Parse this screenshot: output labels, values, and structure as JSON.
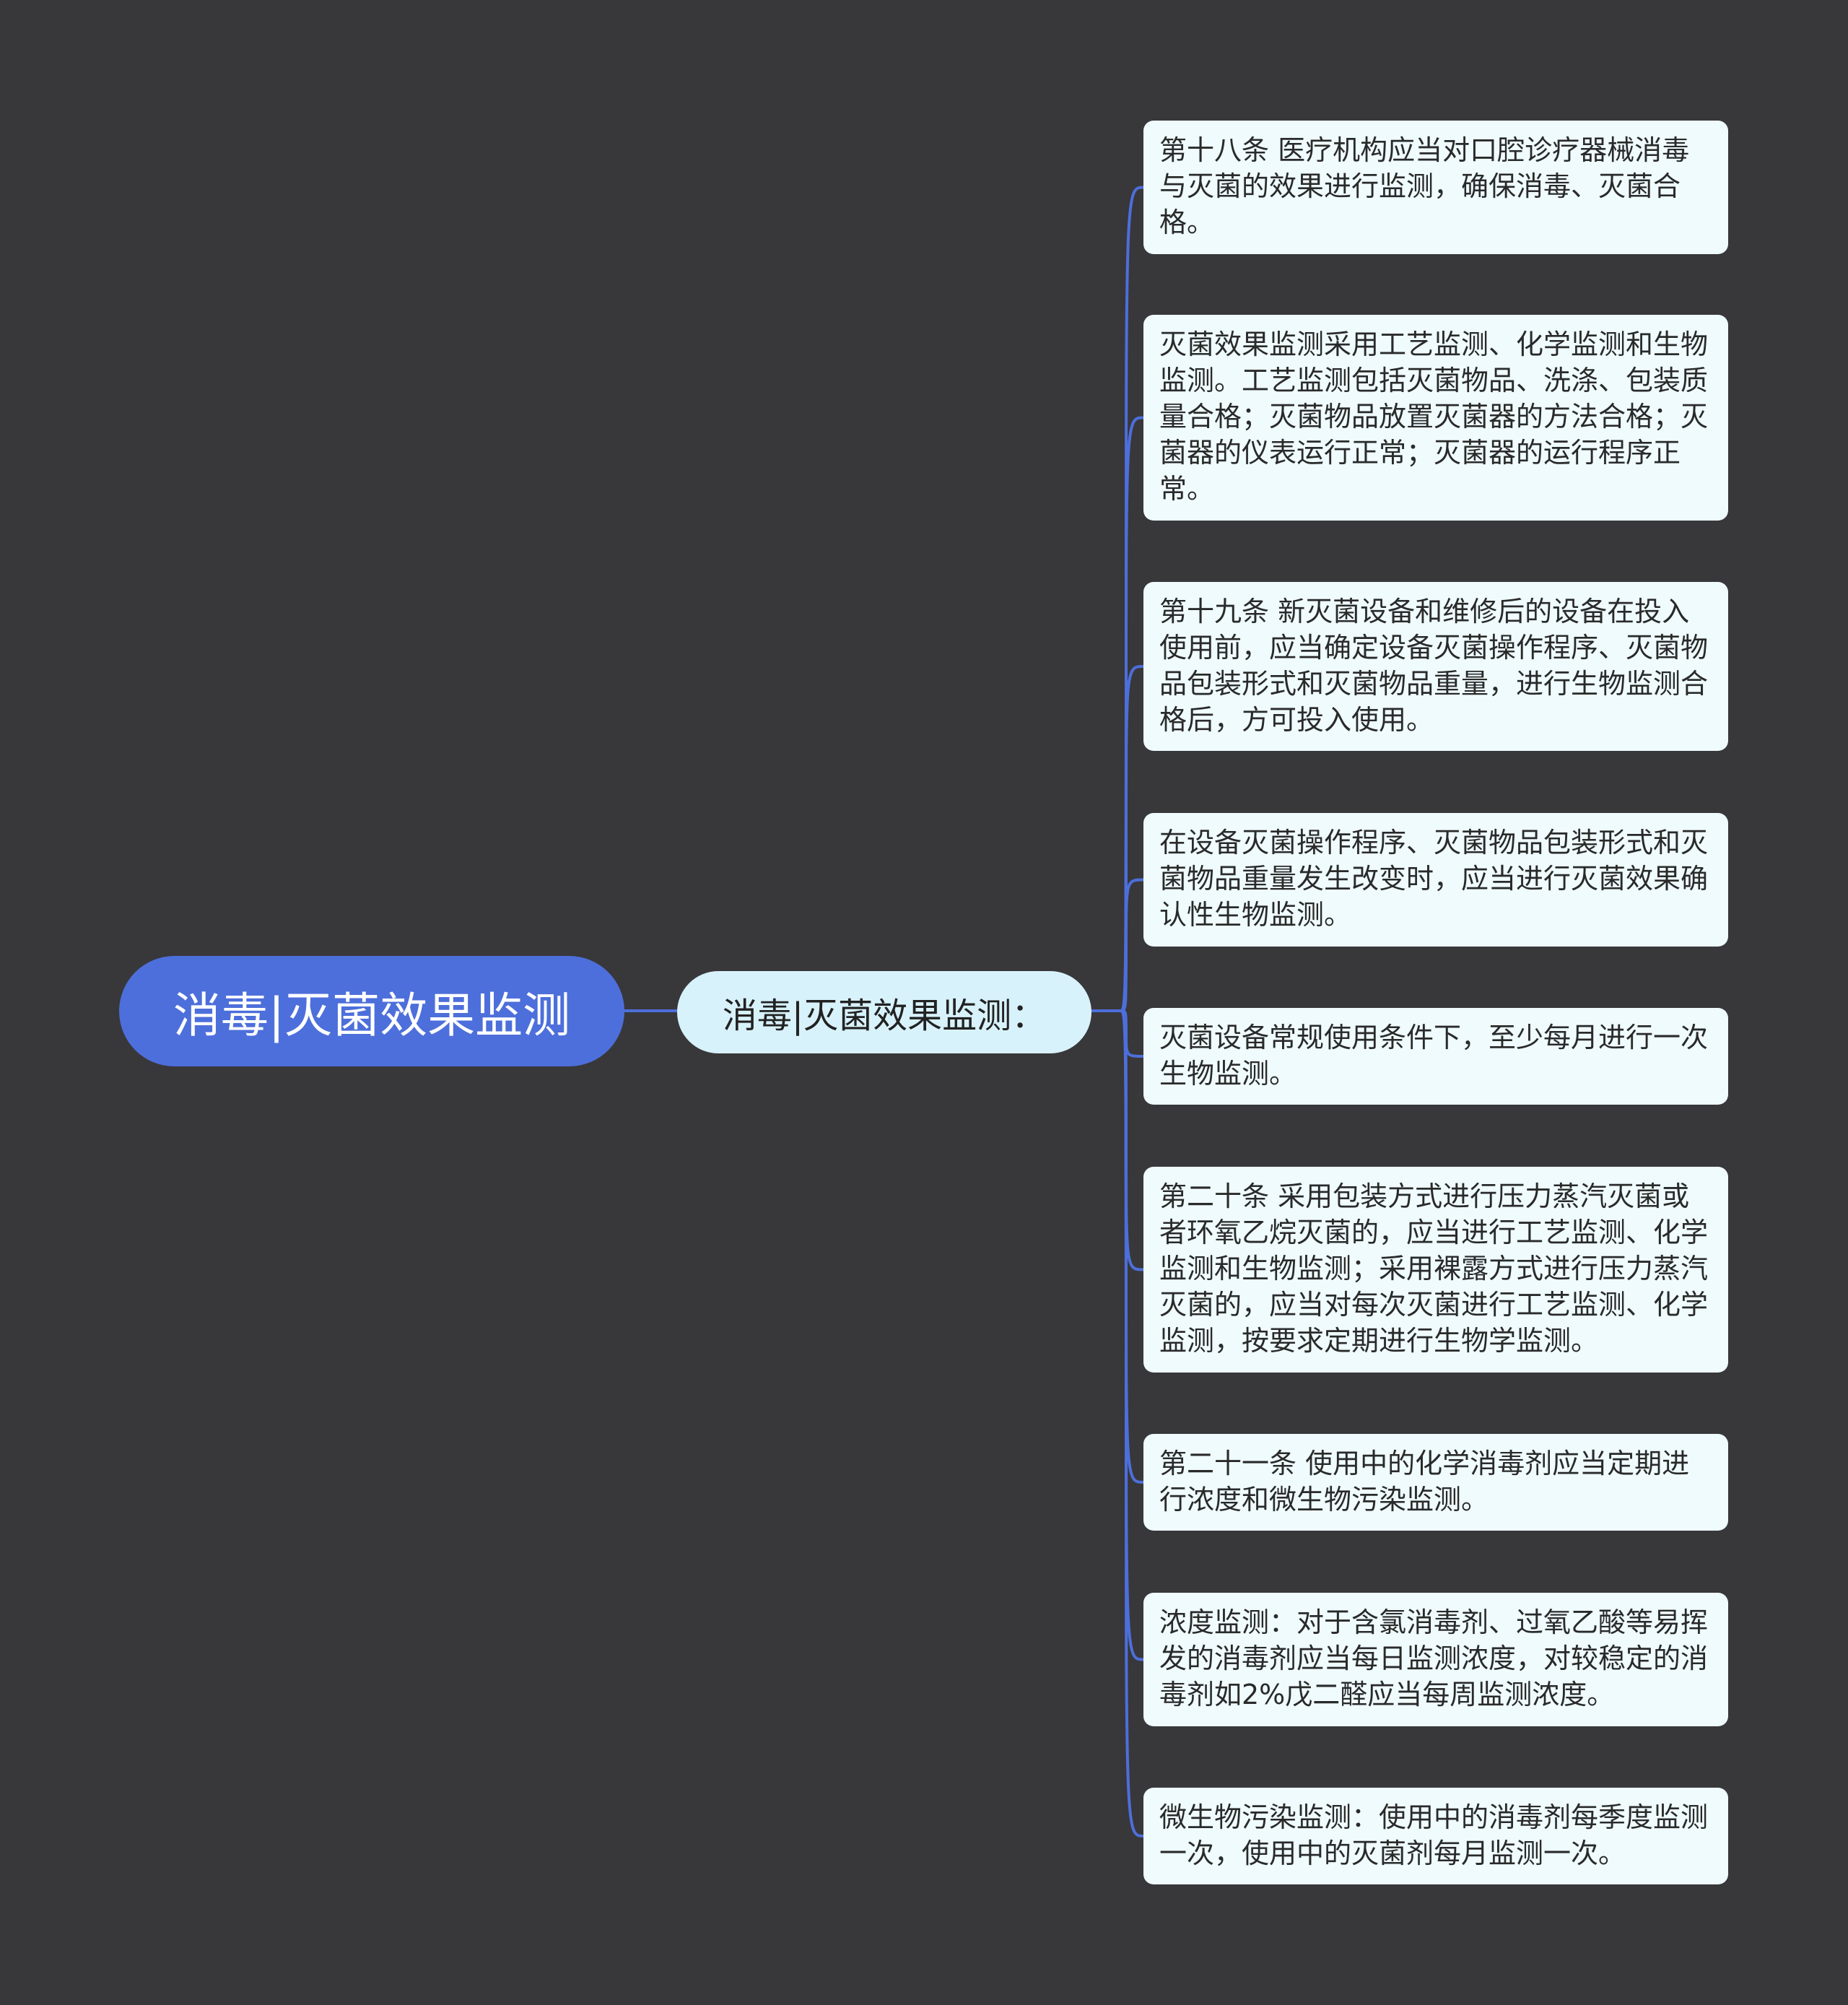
{
  "root": {
    "label": "消毒|灭菌效果监测"
  },
  "branch": {
    "label": "消毒|灭菌效果监测："
  },
  "leaves": [
    {
      "text": "第十八条 医疗机构应当对口腔诊疗器械消毒与灭菌的效果进行监测，确保消毒、灭菌合格。"
    },
    {
      "text": "灭菌效果监测采用工艺监测、化学监测和生物监测。工艺监测包括灭菌物品、洗涤、包装质量合格；灭菌物品放置灭菌器的方法合格；灭菌器的仪表运行正常；灭菌器的运行程序正常。"
    },
    {
      "text": "第十九条 新灭菌设备和维修后的设备在投入使用前，应当确定设备灭菌操作程序、灭菌物品包装形式和灭菌物品重量，进行生物监测合格后，方可投入使用。"
    },
    {
      "text": "在设备灭菌操作程序、灭菌物品包装形式和灭菌物品重量发生改变时，应当进行灭菌效果确认性生物监测。"
    },
    {
      "text": "灭菌设备常规使用条件下，至少每月进行一次生物监测。"
    },
    {
      "text": "第二十条 采用包装方式进行压力蒸汽灭菌或者环氧乙烷灭菌的，应当进行工艺监测、化学监测和生物监测；采用裸露方式进行压力蒸汽灭菌的，应当对每次灭菌进行工艺监测、化学监测，按要求定期进行生物学监测。"
    },
    {
      "text": "第二十一条 使用中的化学消毒剂应当定期进行浓度和微生物污染监测。"
    },
    {
      "text": "浓度监测：对于含氯消毒剂、过氧乙酸等易挥发的消毒剂应当每日监测浓度，对较稳定的消毒剂如2%戊二醛应当每周监测浓度。"
    },
    {
      "text": "微生物污染监测：使用中的消毒剂每季度监测一次，使用中的灭菌剂每月监测一次。"
    }
  ],
  "colors": {
    "background": "#38373a",
    "root_fill": "#4d6fdb",
    "branch_fill": "#d8f2fb",
    "leaf_fill": "#effbfd",
    "connector": "#4d6fdb"
  }
}
